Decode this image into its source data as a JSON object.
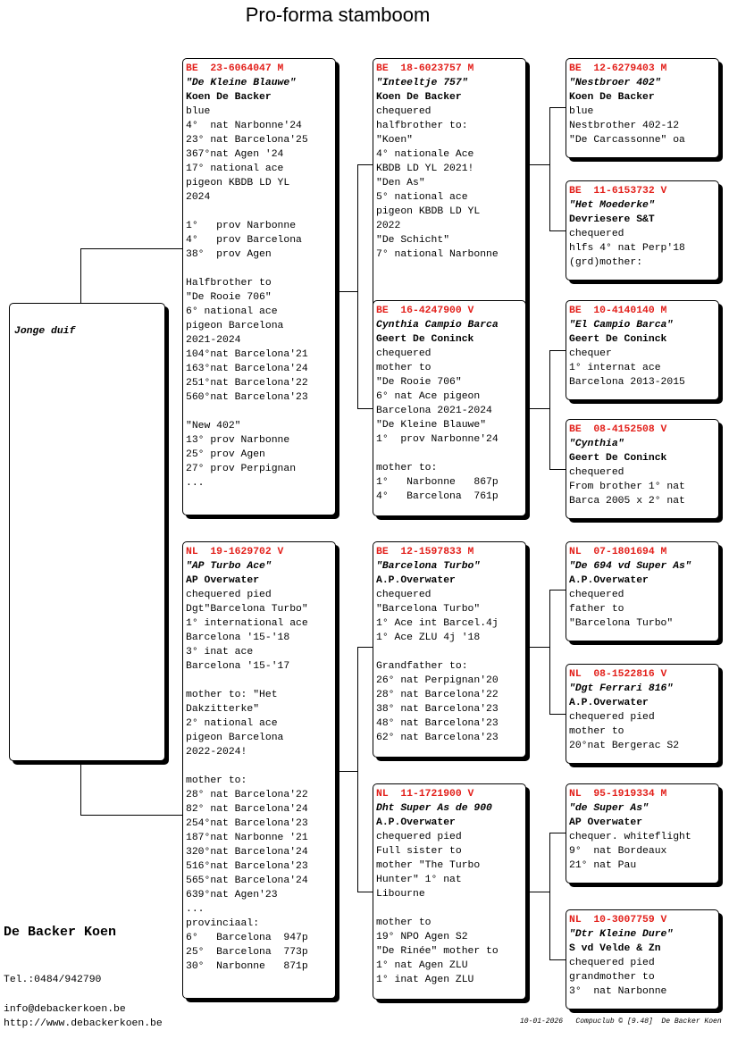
{
  "title": "Pro-forma stamboom",
  "root": {
    "label": "Jonge duif"
  },
  "gen1": [
    {
      "ring": "BE  23-6064047 M",
      "lines": [
        {
          "t": "\"De Kleine Blauwe\"",
          "s": "name"
        },
        {
          "t": "Koen De Backer",
          "s": "owner"
        },
        "blue",
        "4°  nat Narbonne'24",
        "23° nat Barcelona'25",
        "367°nat Agen '24",
        "17° national ace",
        "pigeon KBDB LD YL",
        "2024",
        "",
        "1°   prov Narbonne",
        "4°   prov Barcelona",
        "38°  prov Agen",
        "",
        "Halfbrother to",
        "\"De Rooie 706\"",
        "6° national ace",
        "pigeon Barcelona",
        "2021-2024",
        "104°nat Barcelona'21",
        "163°nat Barcelona'24",
        "251°nat Barcelona'22",
        "560°nat Barcelona'23",
        "",
        "\"New 402\"",
        "13° prov Narbonne",
        "25° prov Agen",
        "27° prov Perpignan",
        "..."
      ]
    },
    {
      "ring": "NL  19-1629702 V",
      "lines": [
        {
          "t": "\"AP Turbo Ace\"",
          "s": "name"
        },
        {
          "t": "AP Overwater",
          "s": "owner"
        },
        "chequered pied",
        "Dgt\"Barcelona Turbo\"",
        "1° international ace",
        "Barcelona '15-'18",
        "3° inat ace",
        "Barcelona '15-'17",
        "",
        "mother to: \"Het",
        "Dakzitterke\"",
        "2° national ace",
        "pigeon Barcelona",
        "2022-2024!",
        "",
        "mother to:",
        "28° nat Barcelona'22",
        "82° nat Barcelona'24",
        "254°nat Barcelona'23",
        "187°nat Narbonne '21",
        "320°nat Barcelona'24",
        "516°nat Barcelona'23",
        "565°nat Barcelona'24",
        "639°nat Agen'23",
        "...",
        "provinciaal:",
        "6°   Barcelona  947p",
        "25°  Barcelona  773p",
        "30°  Narbonne   871p"
      ]
    }
  ],
  "gen2": [
    {
      "ring": "BE  18-6023757 M",
      "lines": [
        {
          "t": "\"Inteeltje 757\"",
          "s": "name"
        },
        {
          "t": "Koen De Backer",
          "s": "owner"
        },
        "chequered",
        "halfbrother to:",
        "\"Koen\"",
        "4° nationale Ace",
        "KBDB LD YL 2021!",
        "\"Den As\"",
        "5° national ace",
        "pigeon KBDB LD YL",
        "2022",
        "\"De Schicht\"",
        "7° national Narbonne"
      ]
    },
    {
      "ring": "BE  16-4247900 V",
      "lines": [
        {
          "t": "Cynthia Campio Barca",
          "s": "name"
        },
        {
          "t": "Geert De Coninck",
          "s": "owner"
        },
        "chequered",
        "mother to",
        "\"De Rooie 706\"",
        "6° nat Ace pigeon",
        "Barcelona 2021-2024",
        "\"De Kleine Blauwe\"",
        "1°  prov Narbonne'24",
        "",
        "mother to:",
        "1°   Narbonne   867p",
        "4°   Barcelona  761p"
      ]
    },
    {
      "ring": "BE  12-1597833 M",
      "lines": [
        {
          "t": "\"Barcelona Turbo\"",
          "s": "name"
        },
        {
          "t": "A.P.Overwater",
          "s": "owner"
        },
        "chequered",
        "\"Barcelona Turbo\"",
        "1° Ace int Barcel.4j",
        "1° Ace ZLU 4j '18",
        "",
        "Grandfather to:",
        "26° nat Perpignan'20",
        "28° nat Barcelona'22",
        "38° nat Barcelona'23",
        "48° nat Barcelona'23",
        "62° nat Barcelona'23"
      ]
    },
    {
      "ring": "NL  11-1721900 V",
      "lines": [
        {
          "t": "Dht Super As de 900",
          "s": "name"
        },
        {
          "t": "A.P.Overwater",
          "s": "owner"
        },
        "chequered pied",
        "Full sister to",
        "mother \"The Turbo",
        "Hunter\" 1° nat",
        "Libourne",
        "",
        "mother to",
        "19° NPO Agen S2",
        "\"De Rinée\" mother to",
        "1° nat Agen ZLU",
        "1° inat Agen ZLU"
      ]
    }
  ],
  "gen3": [
    {
      "ring": "BE  12-6279403 M",
      "lines": [
        {
          "t": "\"Nestbroer 402\"",
          "s": "name"
        },
        {
          "t": "Koen De Backer",
          "s": "owner"
        },
        "blue",
        "Nestbrother 402-12",
        "\"De Carcassonne\" oa"
      ]
    },
    {
      "ring": "BE  11-6153732 V",
      "lines": [
        {
          "t": "\"Het Moederke\"",
          "s": "name"
        },
        {
          "t": "Devriesere S&T",
          "s": "owner"
        },
        "chequered",
        "hlfs 4° nat Perp'18",
        "(grd)mother:"
      ]
    },
    {
      "ring": "BE  10-4140140 M",
      "lines": [
        {
          "t": "\"El Campio Barca\"",
          "s": "name"
        },
        {
          "t": "Geert De Coninck",
          "s": "owner"
        },
        "chequer",
        "1° internat ace",
        "Barcelona 2013-2015"
      ]
    },
    {
      "ring": "BE  08-4152508 V",
      "lines": [
        {
          "t": "\"Cynthia\"",
          "s": "name"
        },
        {
          "t": "Geert De Coninck",
          "s": "owner"
        },
        "chequered",
        "From brother 1° nat",
        "Barca 2005 x 2° nat"
      ]
    },
    {
      "ring": "NL  07-1801694 M",
      "lines": [
        {
          "t": "\"De 694 vd Super As\"",
          "s": "name"
        },
        {
          "t": "A.P.Overwater",
          "s": "owner"
        },
        "chequered",
        "father to",
        "\"Barcelona Turbo\""
      ]
    },
    {
      "ring": "NL  08-1522816 V",
      "lines": [
        {
          "t": "\"Dgt Ferrari 816\"",
          "s": "name"
        },
        {
          "t": "A.P.Overwater",
          "s": "owner"
        },
        "chequered pied",
        "mother to",
        "20°nat Bergerac S2"
      ]
    },
    {
      "ring": "NL  95-1919334 M",
      "lines": [
        {
          "t": "\"de Super As\"",
          "s": "name"
        },
        {
          "t": "AP Overwater",
          "s": "owner"
        },
        "chequer. whiteflight",
        "9°  nat Bordeaux",
        "21° nat Pau"
      ]
    },
    {
      "ring": "NL  10-3007759 V",
      "lines": [
        {
          "t": "\"Dtr Kleine Dure\"",
          "s": "name"
        },
        {
          "t": "S vd Velde & Zn",
          "s": "owner"
        },
        "chequered pied",
        "grandmother to",
        "3°  nat Narbonne"
      ]
    }
  ],
  "breeder": {
    "name": "De Backer Koen",
    "phone": "Tel.:0484/942790",
    "email": "info@debackerkoen.be",
    "website": "http://www.debackerkoen.be"
  },
  "footer": "10-01-2026   Compuclub © [9.48]  De Backer Koen",
  "colors": {
    "ring": "#e3201b"
  }
}
